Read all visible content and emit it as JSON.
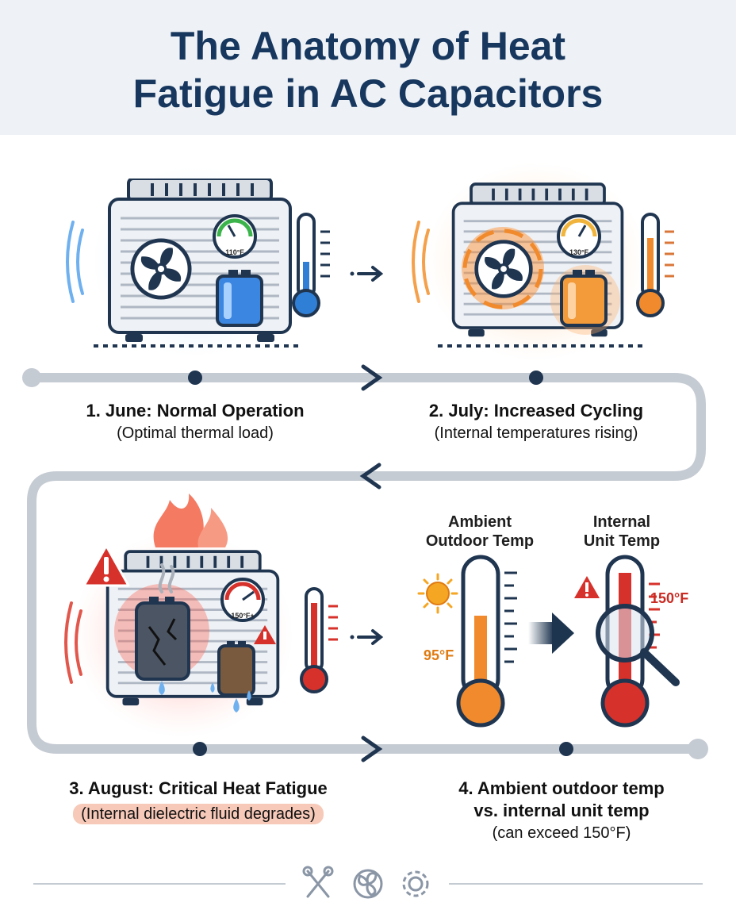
{
  "header": {
    "title_line1": "The Anatomy of Heat",
    "title_line2": "Fatigue in AC Capacitors"
  },
  "steps": [
    {
      "title": "1. June: Normal Operation",
      "subtitle": "(Optimal thermal load)",
      "gauge": "110°F"
    },
    {
      "title": "2. July: Increased Cycling",
      "subtitle": "(Internal temperatures rising)",
      "gauge": "130°F"
    },
    {
      "title": "3. August: Critical Heat Fatigue",
      "subtitle": "(Internal dielectric fluid degrades)",
      "gauge": "150°F+"
    },
    {
      "title_line1": "4. Ambient outdoor temp",
      "title_line2": "vs. internal unit temp",
      "subtitle": "(can exceed 150°F)"
    }
  ],
  "comparison": {
    "ambient_label_line1": "Ambient",
    "ambient_label_line2": "Outdoor Temp",
    "ambient_value": "95°F",
    "internal_label_line1": "Internal",
    "internal_label_line2": "Unit Temp",
    "internal_value": "150°F"
  },
  "footer_icons": [
    "tools-icon",
    "fan-icon",
    "gear-icon"
  ],
  "colors": {
    "title": "#17375e",
    "cool": "#2f7fd6",
    "warm": "#f08a2c",
    "hot": "#d7312b",
    "track": "#c5cbd3"
  }
}
